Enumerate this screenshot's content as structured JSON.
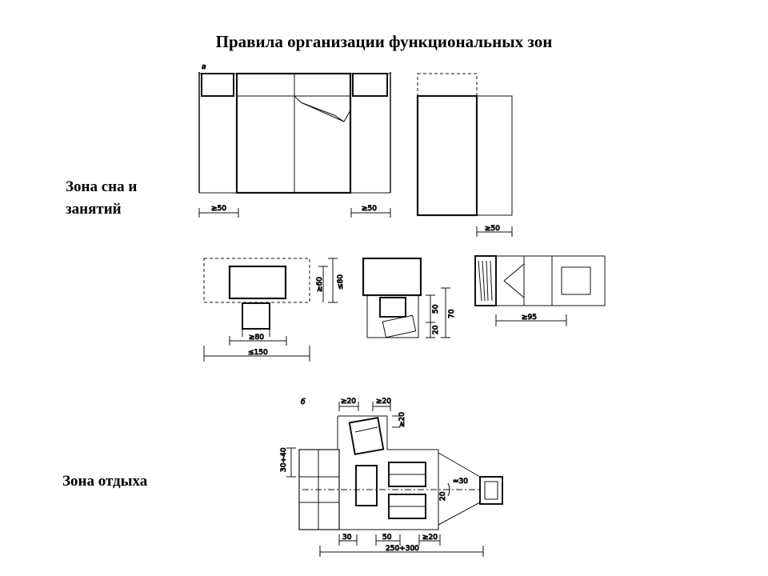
{
  "title": "Правила организации функциональных зон",
  "zones": {
    "sleep_label": "Зона сна и занятий",
    "rest_label": "Зона отдыха"
  },
  "markers": {
    "a": "а",
    "b": "б"
  },
  "dimensions": {
    "bed_left": "≥50",
    "bed_right": "≥50",
    "single_bed": "≥50",
    "desk_60": "≥60",
    "desk_80": "≤80",
    "desk_depth": "≥80",
    "desk_width": "≤150",
    "chair_50": "50",
    "chair_20": "20",
    "chair_70": "70",
    "wardrobe": "≥95",
    "top_20a": "≥20",
    "top_20b": "≥20",
    "side_20": "≥20",
    "sofa_left": "30÷40",
    "bottom_30": "30",
    "bottom_50": "50",
    "bottom_20": "≥20",
    "total": "250÷300",
    "tv_30": "≈30",
    "tv_20": "20"
  }
}
